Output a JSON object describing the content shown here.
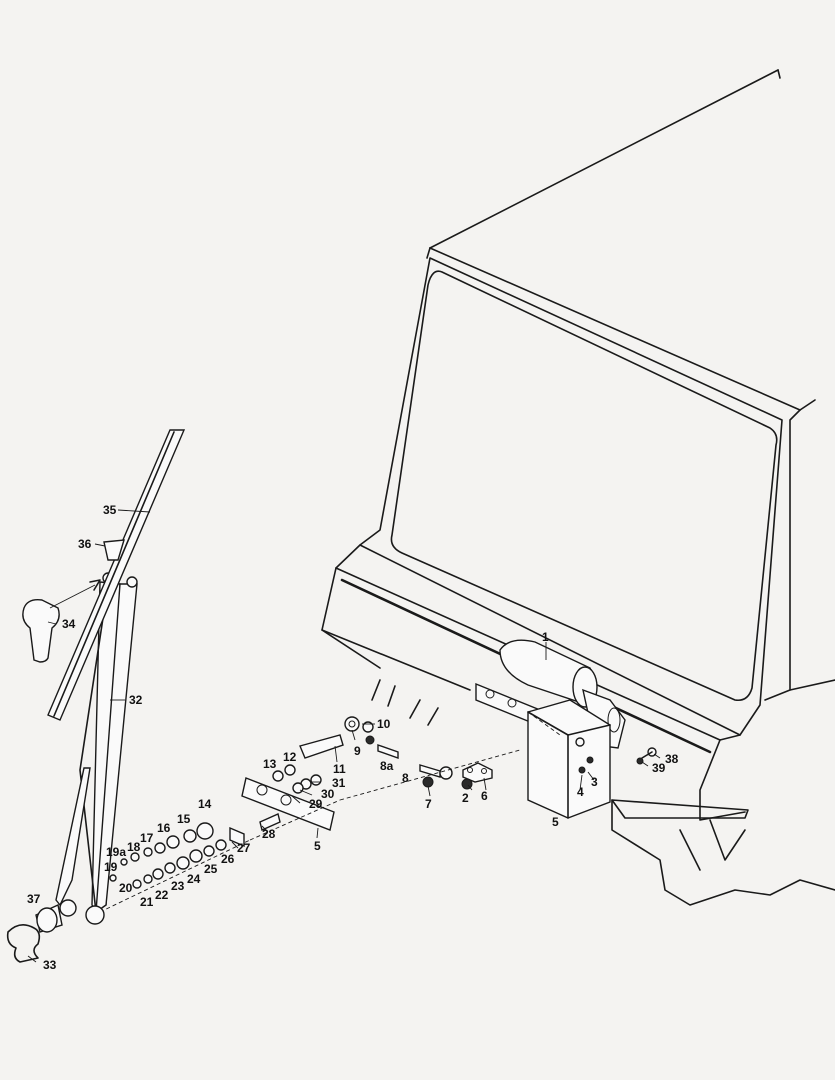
{
  "diagram": {
    "callouts": [
      {
        "id": "p1",
        "text": "1"
      },
      {
        "id": "p2",
        "text": "2"
      },
      {
        "id": "p3",
        "text": "3"
      },
      {
        "id": "p4",
        "text": "4"
      },
      {
        "id": "p5a",
        "text": "5"
      },
      {
        "id": "p5b",
        "text": "5"
      },
      {
        "id": "p6",
        "text": "6"
      },
      {
        "id": "p7",
        "text": "7"
      },
      {
        "id": "p8",
        "text": "8"
      },
      {
        "id": "p8a",
        "text": "8a"
      },
      {
        "id": "p9",
        "text": "9"
      },
      {
        "id": "p10",
        "text": "10"
      },
      {
        "id": "p11",
        "text": "11"
      },
      {
        "id": "p12",
        "text": "12"
      },
      {
        "id": "p13",
        "text": "13"
      },
      {
        "id": "p14",
        "text": "14"
      },
      {
        "id": "p15",
        "text": "15"
      },
      {
        "id": "p16",
        "text": "16"
      },
      {
        "id": "p17",
        "text": "17"
      },
      {
        "id": "p18",
        "text": "18"
      },
      {
        "id": "p19",
        "text": "19"
      },
      {
        "id": "p19a",
        "text": "19a"
      },
      {
        "id": "p20",
        "text": "20"
      },
      {
        "id": "p21",
        "text": "21"
      },
      {
        "id": "p22",
        "text": "22"
      },
      {
        "id": "p23",
        "text": "23"
      },
      {
        "id": "p24",
        "text": "24"
      },
      {
        "id": "p25",
        "text": "25"
      },
      {
        "id": "p26",
        "text": "26"
      },
      {
        "id": "p27",
        "text": "27"
      },
      {
        "id": "p28",
        "text": "28"
      },
      {
        "id": "p29",
        "text": "29"
      },
      {
        "id": "p30",
        "text": "30"
      },
      {
        "id": "p31",
        "text": "31"
      },
      {
        "id": "p32",
        "text": "32"
      },
      {
        "id": "p33",
        "text": "33"
      },
      {
        "id": "p34",
        "text": "34"
      },
      {
        "id": "p35",
        "text": "35"
      },
      {
        "id": "p36",
        "text": "36"
      },
      {
        "id": "p37",
        "text": "37"
      },
      {
        "id": "p38",
        "text": "38"
      },
      {
        "id": "p39",
        "text": "39"
      }
    ]
  }
}
